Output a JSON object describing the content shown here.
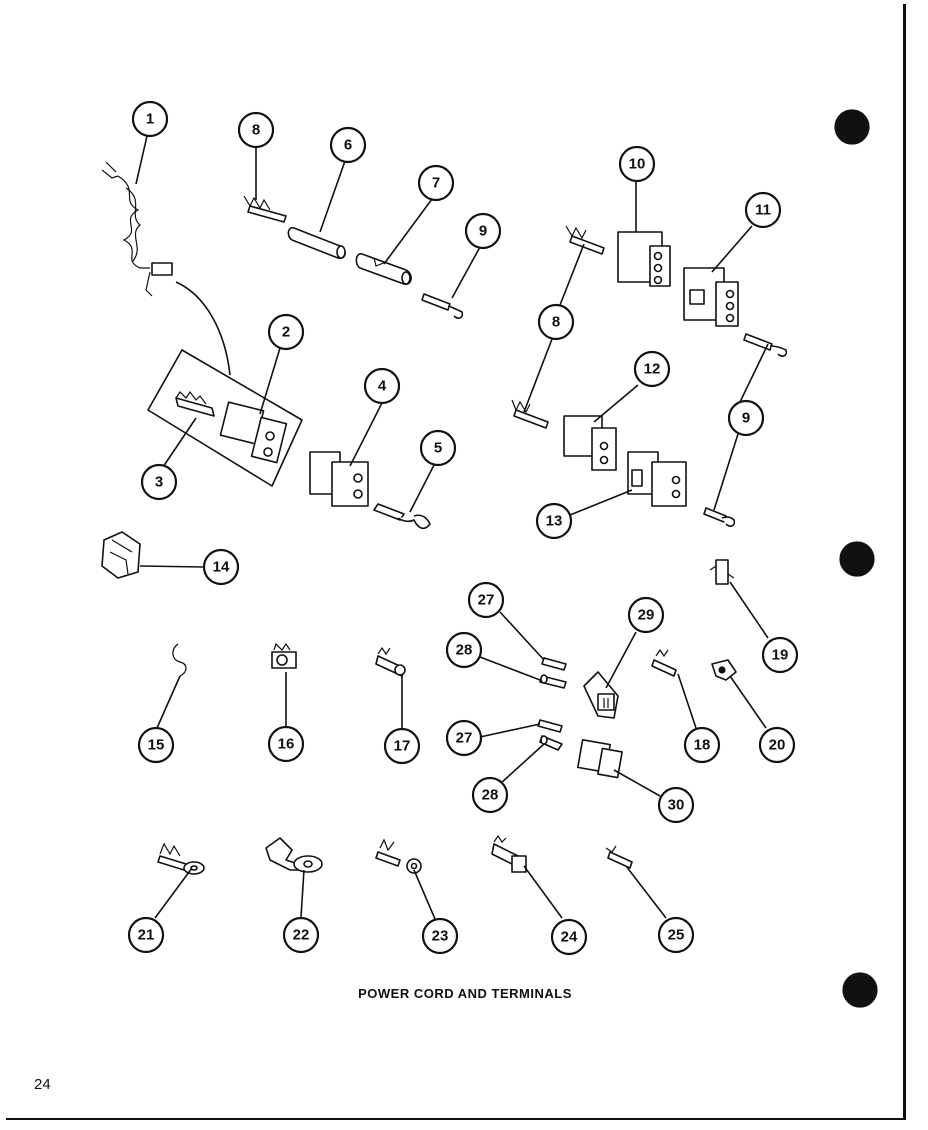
{
  "title": "POWER CORD AND TERMINALS",
  "page_number": "24",
  "callouts": {
    "c1": "1",
    "c2": "2",
    "c3": "3",
    "c4": "4",
    "c5": "5",
    "c6": "6",
    "c7": "7",
    "c8a": "8",
    "c8b": "8",
    "c9a": "9",
    "c9b": "9",
    "c10": "10",
    "c11": "11",
    "c12": "12",
    "c13": "13",
    "c14": "14",
    "c15": "15",
    "c16": "16",
    "c17": "17",
    "c18": "18",
    "c19": "19",
    "c20": "20",
    "c21": "21",
    "c22": "22",
    "c23": "23",
    "c24": "24",
    "c25": "25",
    "c27a": "27",
    "c27b": "27",
    "c28a": "28",
    "c28b": "28",
    "c29": "29",
    "c30": "30"
  },
  "colors": {
    "ink": "#111111",
    "paper": "#ffffff"
  }
}
